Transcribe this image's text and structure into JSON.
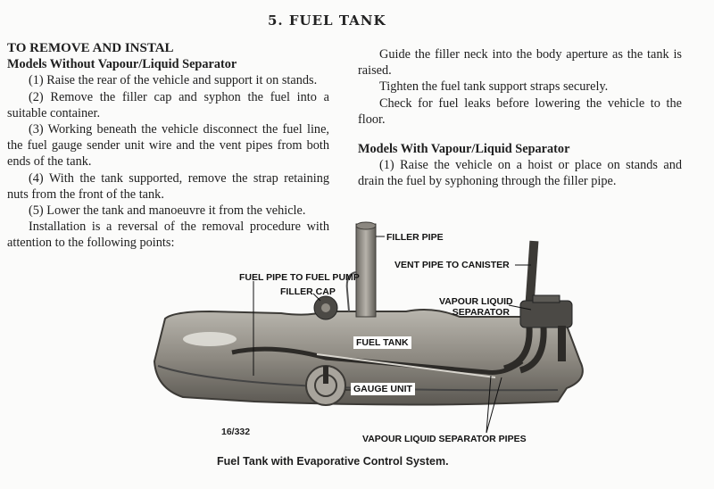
{
  "section_title": "5.  FUEL  TANK",
  "left_column": {
    "heading": "TO REMOVE AND INSTAL",
    "subheading": "Models Without Vapour/Liquid Separator",
    "steps": [
      "(1) Raise the rear of the vehicle and support it on stands.",
      "(2) Remove the filler cap and syphon the fuel into a suitable container.",
      "(3) Working beneath the vehicle disconnect the fuel line, the fuel gauge sender unit wire and the vent pipes from both ends of the tank.",
      "(4) With the tank supported, remove the strap retaining nuts from the front of the tank.",
      "(5) Lower the tank and manoeuvre it from the vehicle."
    ],
    "installation_note": "Installation is a reversal of the removal procedure with attention to the following points:"
  },
  "right_column": {
    "points": [
      "Guide the filler neck into the body aperture as the tank is raised.",
      "Tighten the fuel tank support straps securely.",
      "Check for fuel leaks before lowering the vehicle to the floor."
    ],
    "subheading": "Models With Vapour/Liquid Separator",
    "steps": [
      "(1) Raise the vehicle on a hoist or place on stands and drain the fuel by syphoning through the filler pipe."
    ]
  },
  "figure": {
    "labels": {
      "filler_pipe": "FILLER PIPE",
      "vent_pipe": "VENT PIPE TO CANISTER",
      "fuel_pipe": "FUEL PIPE TO FUEL PUMP",
      "filler_cap": "FILLER CAP",
      "separator_line1": "VAPOUR LIQUID",
      "separator_line2": "SEPARATOR",
      "fuel_tank": "FUEL TANK",
      "gauge_unit": "GAUGE UNIT",
      "separator_pipes": "VAPOUR LIQUID SEPARATOR PIPES"
    },
    "number": "16/332",
    "caption": "Fuel Tank with Evaporative Control System."
  }
}
